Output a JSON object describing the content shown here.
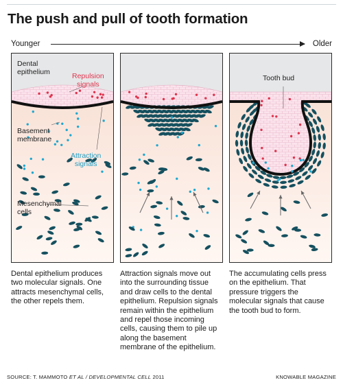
{
  "title": "The push and pull of tooth formation",
  "timeline": {
    "start_label": "Younger",
    "end_label": "Older"
  },
  "panels": [
    {
      "labels": {
        "dental_epithelium": [
          "Dental",
          "epithelium"
        ],
        "repulsion": [
          "Repulsion",
          "signals"
        ],
        "basement": [
          "Basement",
          "membrane"
        ],
        "attraction": [
          "Attraction",
          "signals"
        ],
        "mesenchymal": [
          "Mesenchymal",
          "cells"
        ]
      },
      "caption": "Dental epithelium produces two molecular signals. One attracts mesenchymal cells, the other repels them."
    },
    {
      "caption": "Attraction signals move out into the surrounding tissue and draw cells to the dental epithelium. Repulsion signals remain within the epithelium and repel those incoming cells, causing them to pile up along the basement membrane of the epithelium."
    },
    {
      "labels": {
        "tooth_bud": "Tooth bud"
      },
      "caption": "The accumulating cells press on the epithelium. That pressure triggers the molecular signals that cause the tooth bud to form."
    }
  ],
  "footer": {
    "source_prefix": "SOURCE: T. MAMMOTO ",
    "source_italic": "ET AL / DEVELOPMENTAL CELL",
    "source_year": " 2011",
    "publisher": "KNOWABLE MAGAZINE"
  },
  "colors": {
    "tissue_gradient_top": "#f7dccf",
    "tissue_gradient_bottom": "#fff7f3",
    "epithelium": "#fbe3ec",
    "membrane": "#111111",
    "mesenchymal_cell": "#15505f",
    "repulsion_signal": "#e0334d",
    "attraction_signal": "#20a8d0",
    "arrow": "#666666",
    "background_top": "#e6e7e8"
  }
}
